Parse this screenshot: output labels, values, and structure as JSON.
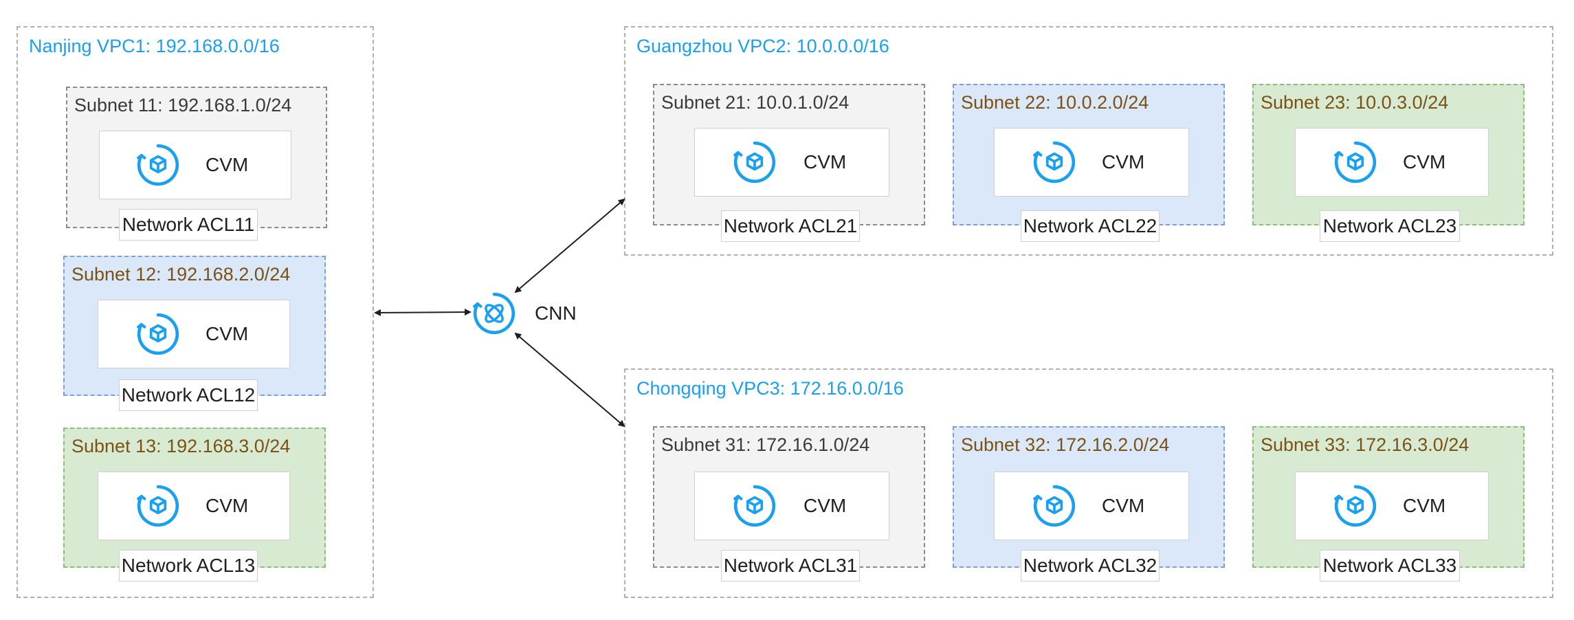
{
  "colors": {
    "accent": "#1aa0f0",
    "subnet_text_gray": "#3a3a3a",
    "subnet_text_brown": "#7a5213",
    "gray_bg": "#f3f3f3",
    "blue_bg": "#dae8fa",
    "green_bg": "#d8ead2"
  },
  "vpcs": [
    {
      "title": "Nanjing VPC1: 192.168.0.0/16",
      "subnets": [
        {
          "title": "Subnet 11: 192.168.1.0/24",
          "cvm": "CVM",
          "acl": "Network ACL11",
          "icon": "cvm-icon"
        },
        {
          "title": "Subnet 12: 192.168.2.0/24",
          "cvm": "CVM",
          "acl": "Network ACL12",
          "icon": "cvm-icon"
        },
        {
          "title": "Subnet 13: 192.168.3.0/24",
          "cvm": "CVM",
          "acl": "Network ACL13",
          "icon": "cvm-icon"
        }
      ]
    },
    {
      "title": "Guangzhou VPC2: 10.0.0.0/16",
      "subnets": [
        {
          "title": "Subnet 21: 10.0.1.0/24",
          "cvm": "CVM",
          "acl": "Network ACL21",
          "icon": "cvm-icon"
        },
        {
          "title": "Subnet 22: 10.0.2.0/24",
          "cvm": "CVM",
          "acl": "Network ACL22",
          "icon": "cvm-icon"
        },
        {
          "title": "Subnet 23: 10.0.3.0/24",
          "cvm": "CVM",
          "acl": "Network ACL23",
          "icon": "cvm-icon"
        }
      ]
    },
    {
      "title": "Chongqing VPC3: 172.16.0.0/16",
      "subnets": [
        {
          "title": "Subnet 31: 172.16.1.0/24",
          "cvm": "CVM",
          "acl": "Network ACL31",
          "icon": "cvm-icon"
        },
        {
          "title": "Subnet 32: 172.16.2.0/24",
          "cvm": "CVM",
          "acl": "Network ACL32",
          "icon": "cvm-icon"
        },
        {
          "title": "Subnet 33: 172.16.3.0/24",
          "cvm": "CVM",
          "acl": "Network ACL33",
          "icon": "cvm-icon"
        }
      ]
    }
  ],
  "cnn": {
    "label": "CNN",
    "icon": "cnn-icon"
  }
}
